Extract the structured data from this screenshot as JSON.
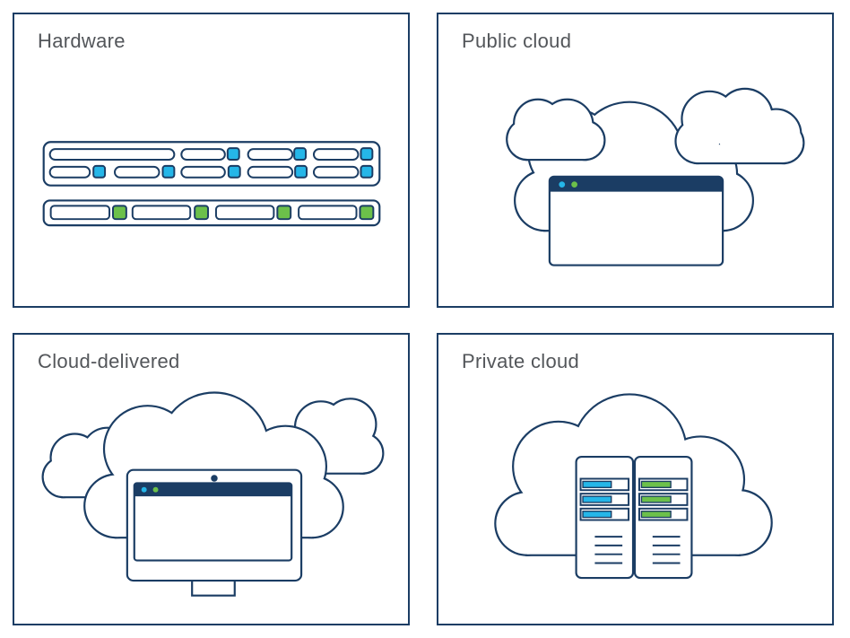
{
  "colors": {
    "navy": "#1b3d64",
    "blue": "#25b6e8",
    "green": "#6cc04a",
    "gray": "#53565a",
    "bg": "#ffffff"
  },
  "panels": [
    {
      "id": "hardware",
      "title": "Hardware",
      "icon": "server-rack"
    },
    {
      "id": "public-cloud",
      "title": "Public cloud",
      "icon": "clouds-with-browser-window"
    },
    {
      "id": "cloud-delivered",
      "title": "Cloud-delivered",
      "icon": "clouds-with-monitor"
    },
    {
      "id": "private-cloud",
      "title": "Private cloud",
      "icon": "cloud-with-server-towers"
    }
  ]
}
